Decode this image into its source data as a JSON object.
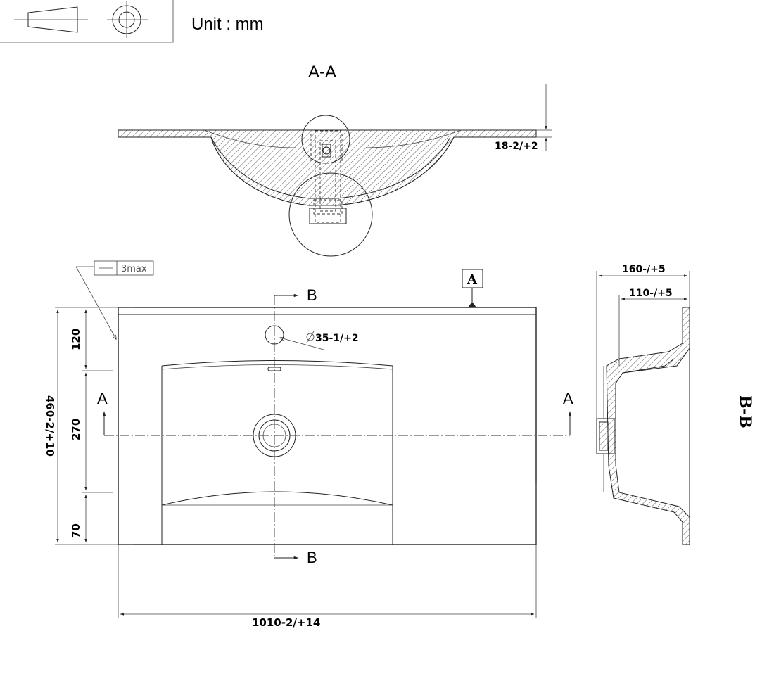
{
  "title_block": {
    "unit_label": "Unit : mm"
  },
  "section_aa": {
    "title": "A-A",
    "dim_thickness": "18-2/+2"
  },
  "plan_view": {
    "tolerance_note": "3max",
    "datum_label": "A",
    "section_b_top": "B",
    "section_b_bottom": "B",
    "section_a_left": "A",
    "section_a_right": "A",
    "dim_tap_hole": "35-1/+2",
    "dim_depth_total": "460-2/+10",
    "dim_depth_back": "120",
    "dim_depth_bowl": "270",
    "dim_depth_front": "70",
    "dim_width": "1010-2/+14"
  },
  "section_bb": {
    "title": "B-B",
    "dim_outer_depth": "160-/+5",
    "dim_inner_depth": "110-/+5"
  }
}
